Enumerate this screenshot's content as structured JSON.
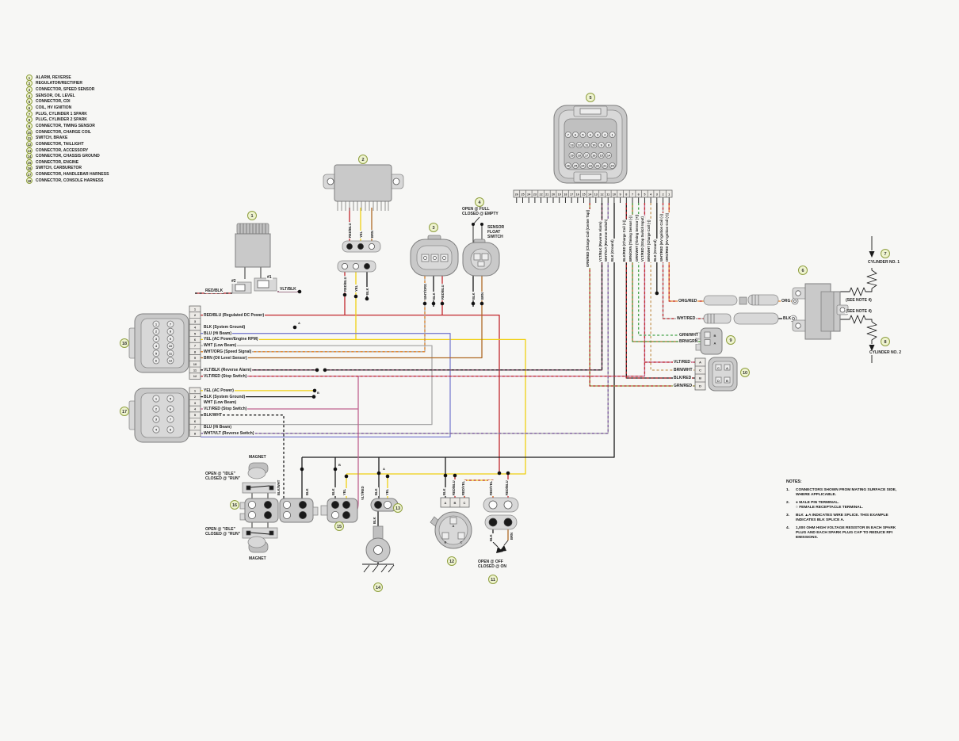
{
  "colors": {
    "red": "#c1272d",
    "yellow": "#f0d013",
    "blue": "#7b7fd0",
    "white_wire": "#a8a8a8",
    "black": "#1a1a1a",
    "brown": "#b06a26",
    "violet_red": "#c0628f",
    "violet_black": "#6e2f4f",
    "green_red": "#8a9a3a",
    "green": "#46a34a",
    "tan": "#c79a5d",
    "orange": "#e8872a",
    "violet": "#7d5aa0",
    "callout_fill": "#eef3cf",
    "callout_border": "#8f9f3f",
    "connector_gray": "#c9c9c9",
    "background": "#f7f7f5"
  },
  "legend": {
    "items": [
      {
        "num": "1",
        "label": "ALARM, REVERSE"
      },
      {
        "num": "2",
        "label": "REGULATOR/RECTIFIER"
      },
      {
        "num": "3",
        "label": "CONNECTOR, SPEED SENSOR"
      },
      {
        "num": "4",
        "label": "SENSOR, OIL LEVEL"
      },
      {
        "num": "5",
        "label": "CONNECTOR, CDI"
      },
      {
        "num": "6",
        "label": "COIL, HV IGNITION"
      },
      {
        "num": "7",
        "label": "PLUG, CYLINDER 1 SPARK"
      },
      {
        "num": "8",
        "label": "PLUG, CYLINDER 2 SPARK"
      },
      {
        "num": "9",
        "label": "CONNECTOR, TIMING SENSOR"
      },
      {
        "num": "10",
        "label": "CONNECTOR, CHARGE COIL"
      },
      {
        "num": "11",
        "label": "SWITCH, BRAKE"
      },
      {
        "num": "12",
        "label": "CONNECTOR, TAILLIGHT"
      },
      {
        "num": "13",
        "label": "CONNECTOR, ACCESSORY"
      },
      {
        "num": "14",
        "label": "CONNECTOR, CHASSIS GROUND"
      },
      {
        "num": "15",
        "label": "CONNECTOR, ENGINE"
      },
      {
        "num": "16",
        "label": "SWITCH, CARBURETOR"
      },
      {
        "num": "17",
        "label": "CONNECTOR, HANDLEBAR HARNESS"
      },
      {
        "num": "18",
        "label": "CONNECTOR, CONSOLE HARNESS"
      }
    ]
  },
  "notes": {
    "title": "NOTES:",
    "items": [
      {
        "num": "1.",
        "text": "CONNECTORS SHOWN FROM MATING SURFACE SIDE,\nWHERE APPLICABLE."
      },
      {
        "num": "2.",
        "text": "● MALE PIN TERMINAL.\n○ FEMALE RECEPTACLE TERMINAL."
      },
      {
        "num": "3.",
        "text": "BLK ▲A  INDICATES WIRE SPLICE. THIS EXAMPLE\nINDICATES BLK SPLICE A."
      },
      {
        "num": "4.",
        "text": "1,000 OHM HIGH VOLTAGE RESISTOR IN EACH SPARK\nPLUG AND EACH SPARK PLUG CAP TO REDUCE RFI\nEMISSIONS."
      }
    ]
  },
  "console18": {
    "rows": [
      {
        "n": "1",
        "label": ""
      },
      {
        "n": "2",
        "label": "RED/BLU (Regulated DC Power)"
      },
      {
        "n": "3",
        "label": ""
      },
      {
        "n": "4",
        "label": "BLK (System Ground)"
      },
      {
        "n": "5",
        "label": "BLU (Hi Beam)"
      },
      {
        "n": "6",
        "label": "YEL (AC Power/Engine RPM)"
      },
      {
        "n": "7",
        "label": "WHT (Low Beam)"
      },
      {
        "n": "8",
        "label": "WHT/ORG (Speed Signal)"
      },
      {
        "n": "9",
        "label": "BRN (Oil Level Sensor)"
      },
      {
        "n": "10",
        "label": ""
      },
      {
        "n": "11",
        "label": "VLT/BLK (Reverse Alarm)"
      },
      {
        "n": "12",
        "label": "VLT/RED (Stop Switch)"
      }
    ]
  },
  "handlebar17": {
    "rows": [
      {
        "n": "1",
        "label": "YEL (AC Power)"
      },
      {
        "n": "2",
        "label": "BLK (System Ground)"
      },
      {
        "n": "3",
        "label": "WHT (Low Beam)"
      },
      {
        "n": "4",
        "label": "VLT/RED (Stop Switch)"
      },
      {
        "n": "5",
        "label": "BLK/WHT"
      },
      {
        "n": "6",
        "label": ""
      },
      {
        "n": "7",
        "label": "BLU (Hi Beam)"
      },
      {
        "n": "8",
        "label": "WHT/VLT (Reverse Switch)"
      }
    ]
  },
  "cdi": {
    "strip": [
      "26",
      "25",
      "24",
      "23",
      "22",
      "21",
      "20",
      "19",
      "18",
      "17",
      "16",
      "15",
      "14",
      "13",
      "12",
      "11",
      "10",
      "9",
      "8",
      "7",
      "6",
      "5",
      "4",
      "3",
      "2",
      "1"
    ],
    "face_rows": [
      [
        "7",
        "6",
        "5",
        "4",
        "3",
        "2",
        "1"
      ],
      [
        "13",
        "12",
        "11",
        "10",
        "9",
        "8"
      ],
      [
        "19",
        "18",
        "17",
        "16",
        "15",
        "14"
      ],
      [
        "26",
        "25",
        "24",
        "23",
        "22",
        "21",
        "20"
      ]
    ],
    "wire_labels": [
      {
        "pin": "14",
        "text": "GRN/RED (Charge Coil (Center Tap))"
      },
      {
        "pin": "12",
        "text": "VLT/BLK (Reverse Alarm)"
      },
      {
        "pin": "11",
        "text": "WHT/VLT (Reverse Switch)"
      },
      {
        "pin": "10",
        "text": "BLK (Ground)"
      },
      {
        "pin": "8",
        "text": "BLK/RED (Charge Coil (+))"
      },
      {
        "pin": "7",
        "text": "BRN/GRN (Timing Sensor (-))"
      },
      {
        "pin": "6",
        "text": "GRN/WHT (Timing Sensor (+))"
      },
      {
        "pin": "5",
        "text": "VLT/RED (Stop Switch Input)"
      },
      {
        "pin": "4",
        "text": "BRN/WHT (Charge Coil (-))"
      },
      {
        "pin": "3",
        "text": "BLK (Ground)"
      },
      {
        "pin": "2",
        "text": "WHT/RED (HV Ignition Coil (-))"
      },
      {
        "pin": "1",
        "text": "ORG/RED (HV Ignition Coil (+))"
      }
    ]
  },
  "alarm": {
    "t2": "#2",
    "t1": "#1",
    "w2": "RED/BLK",
    "w1": "VLT/BLK"
  },
  "regulator": {
    "top_wires": [
      "RED/BLU",
      "YEL",
      "BRN"
    ],
    "bottom_wires": [
      "RED/BLU",
      "YEL",
      "BLK"
    ]
  },
  "speed_sensor": {
    "wires": [
      "WHT/ORG",
      "BLK",
      "RED/BLU"
    ]
  },
  "oil_sensor": {
    "state": "OPEN  @ FULL\nCLOSED @ EMPTY",
    "name": "SENSOR\nFLOAT\nSWITCH",
    "wires": [
      "BLK",
      "BRN"
    ]
  },
  "coil": {
    "in_labels": [
      "ORG/RED",
      "WHT/RED"
    ],
    "out_labels": [
      "ORG",
      "BLK"
    ],
    "note": "(SEE NOTE 4)",
    "cyl1": "CYLINDER NO. 1",
    "cyl2": "CYLINDER NO. 2"
  },
  "timing": {
    "pins": [
      "B",
      "A"
    ],
    "wires": [
      "GRN/WHT",
      "BRN/GRN"
    ]
  },
  "charge": {
    "strip": [
      "A",
      "C",
      "B",
      "D"
    ],
    "face": [
      "C",
      "A",
      "D",
      "B"
    ],
    "wires": [
      "VLT/RED",
      "BRN/WHT",
      "BLK/RED",
      "GRN/RED"
    ]
  },
  "carb_switch": {
    "state": "OPEN  @ \"IDLE\"\nCLOSED @ \"RUN\"",
    "magnet": "MAGNET",
    "wires": [
      "BLK/WHT",
      "BLK"
    ]
  },
  "engine15": {
    "wires": [
      "BLK",
      "YEL",
      "VLT/RED"
    ],
    "splice": "B"
  },
  "accessory13": {
    "wires": [
      "BLK",
      "YEL"
    ],
    "splice": "A",
    "ground_wire": "BLK"
  },
  "taillight": {
    "pins": [
      "A",
      "B",
      "C"
    ],
    "wires": [
      "BLK",
      "RED/BLU",
      "RED/YEL"
    ]
  },
  "brake": {
    "top_wires": [
      "RED/YEL",
      "RED/BLU"
    ],
    "bottom_wires": [
      "BLK",
      "BRN"
    ],
    "state": "OPEN  @ OFF\nCLOSED @ ON"
  },
  "splices": {
    "a": "A",
    "b": "B"
  }
}
